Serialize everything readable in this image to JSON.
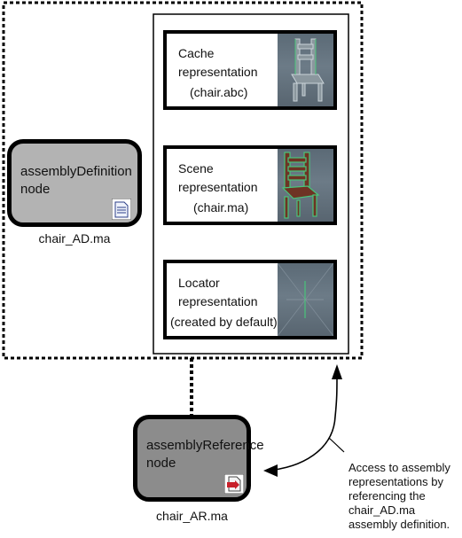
{
  "definition_node": {
    "title_line1": "assemblyDefinition",
    "title_line2": "node",
    "file": "chair_AD.ma",
    "icon": "document-icon"
  },
  "reference_node": {
    "title_line1": "assemblyReference",
    "title_line2": "node",
    "file": "chair_AR.ma",
    "icon": "reference-document-icon"
  },
  "representations": [
    {
      "line1": "Cache",
      "line2": "representation",
      "sub": "(chair.abc)",
      "thumb": "gray-chair-thumbnail"
    },
    {
      "line1": "Scene",
      "line2": "representation",
      "sub": "(chair.ma)",
      "thumb": "wooden-chair-thumbnail"
    },
    {
      "line1": "Locator",
      "line2": "representation",
      "sub": "(created by default)",
      "thumb": "locator-thumbnail"
    }
  ],
  "note": {
    "line1": "Access to assembly",
    "line2": "representations by",
    "line3": "referencing the",
    "line4": "chair_AD.ma",
    "line5": "assembly definition."
  },
  "colors": {
    "definition_fill": "#b3b3b3",
    "reference_fill": "#8c8c8c",
    "thumb_bg": "#6a7884",
    "chair_green": "#49c47a",
    "chair_wood": "#6e3324"
  }
}
